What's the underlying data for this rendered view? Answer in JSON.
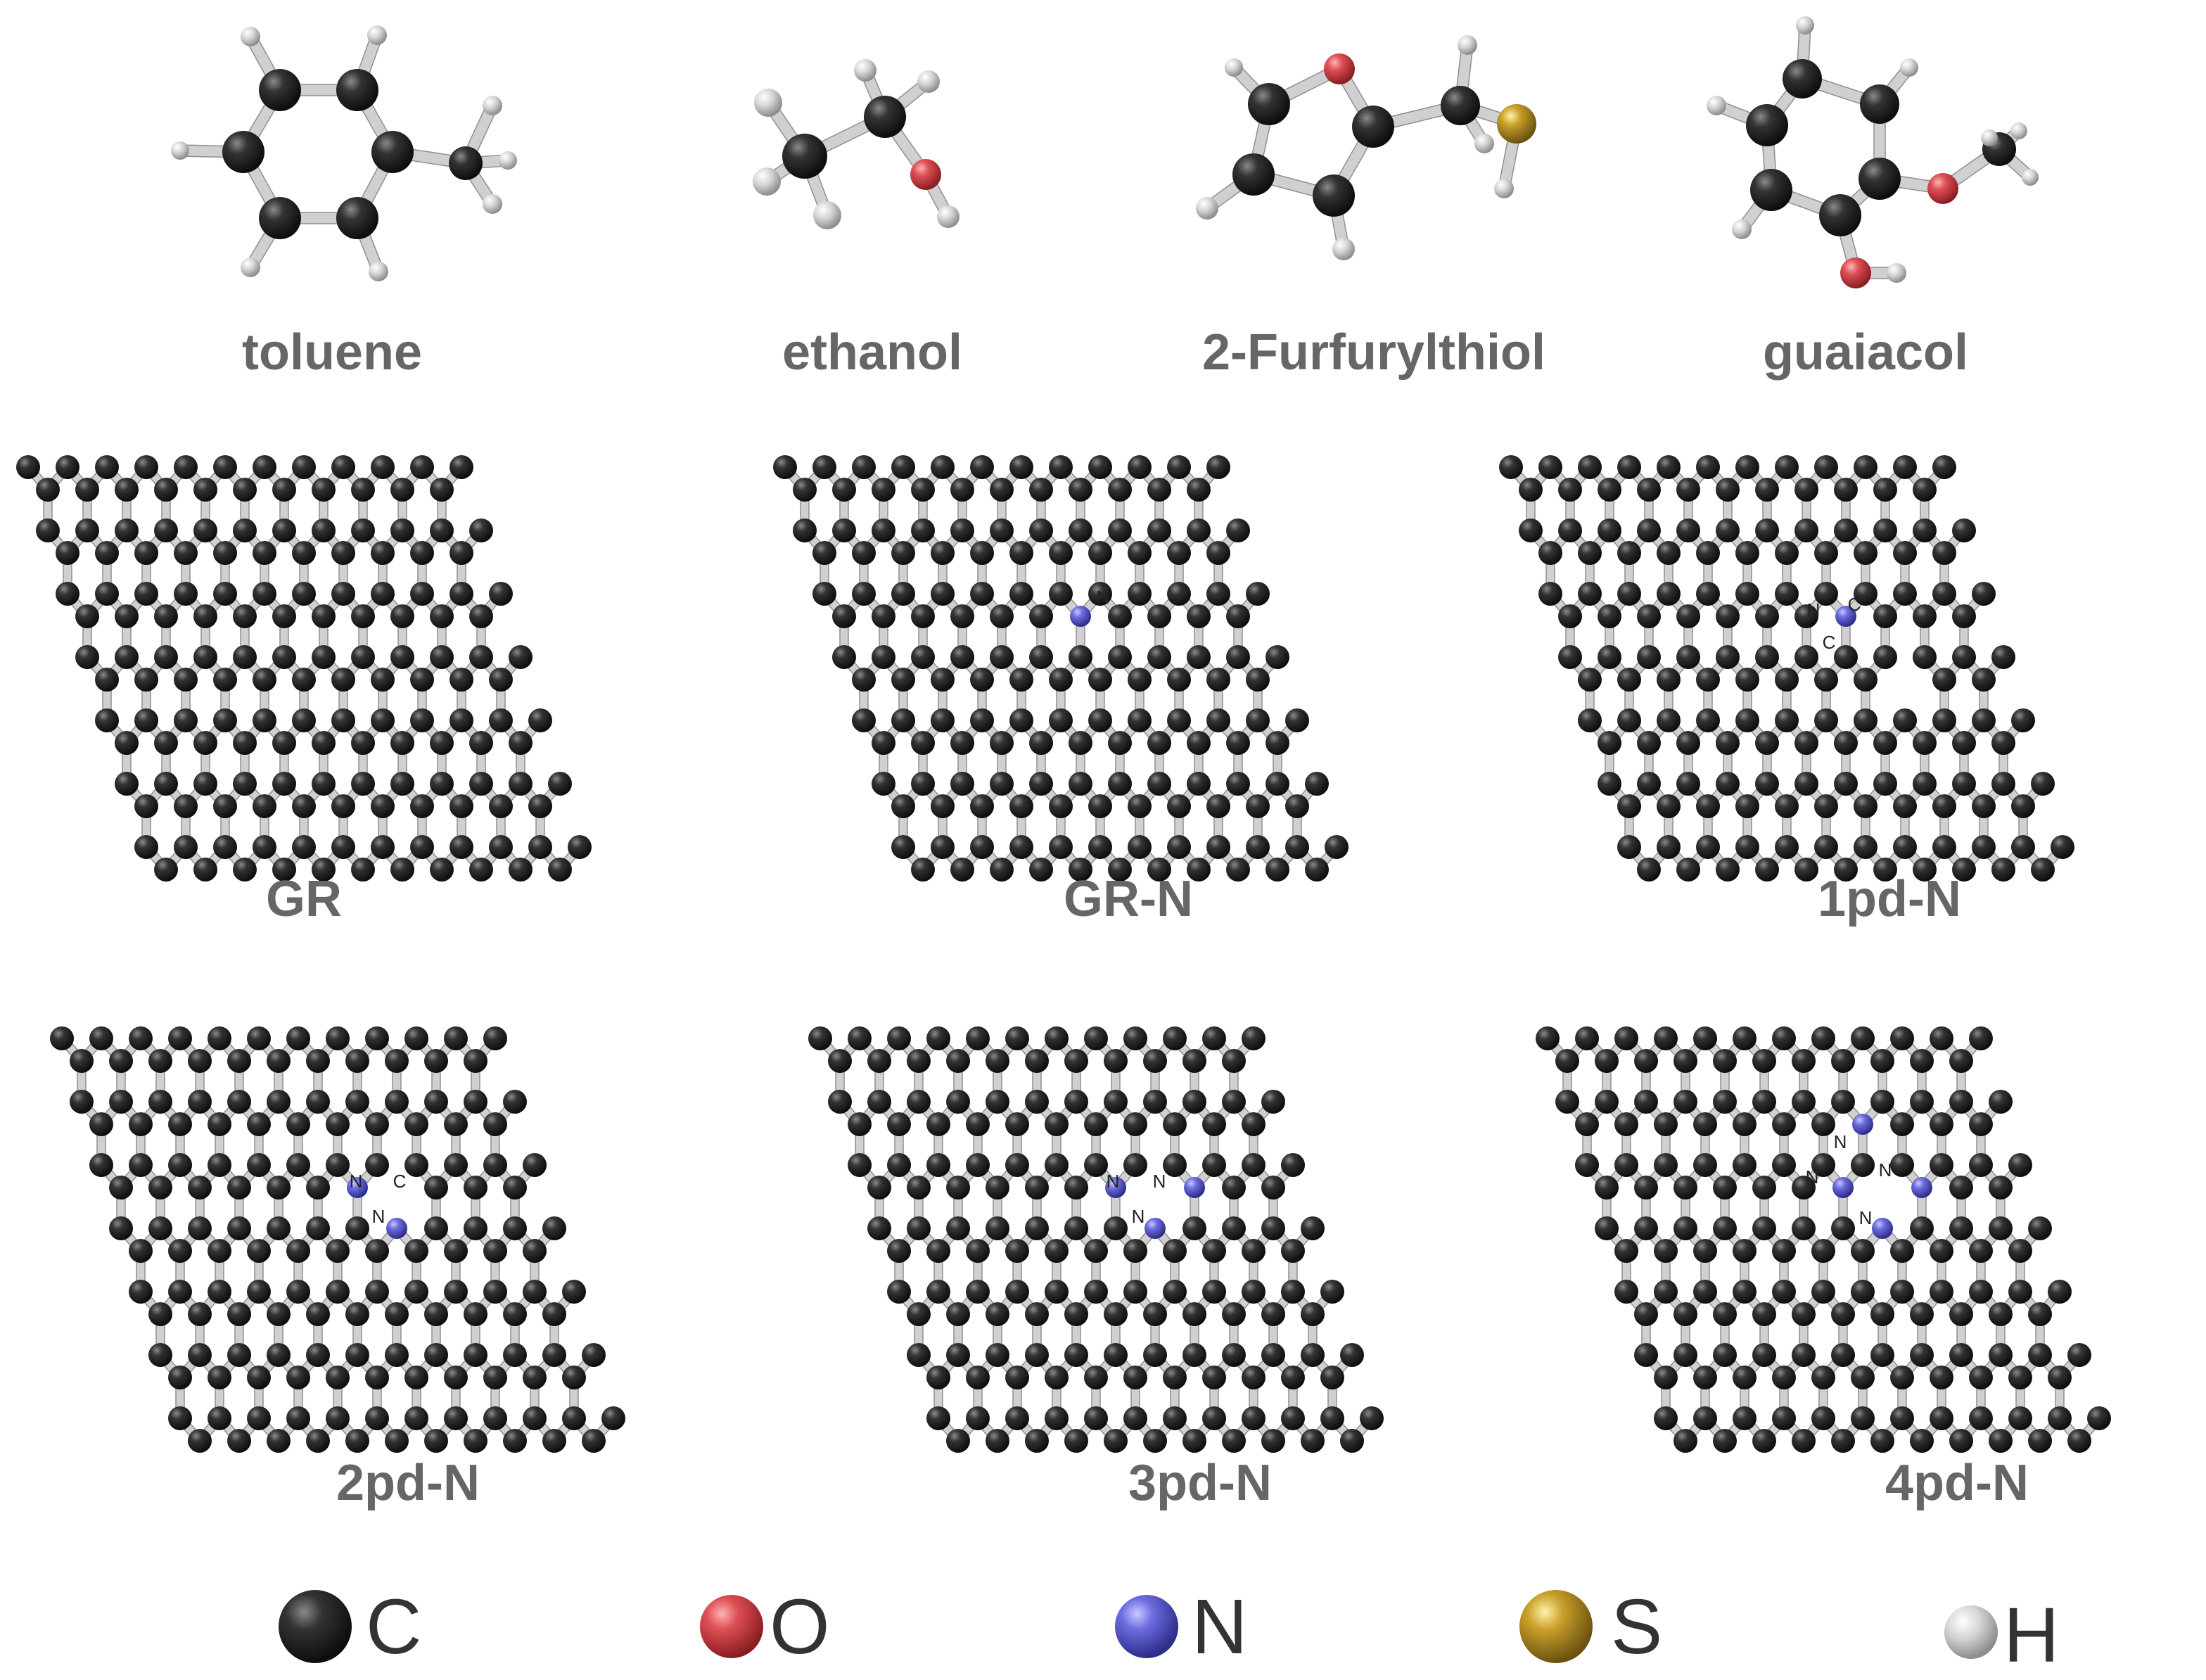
{
  "colors": {
    "C": "#2b2b2b",
    "O": "#d9494f",
    "N": "#6a6ad8",
    "S": "#c9a02a",
    "H": "#cfcfcf",
    "bond": "#c8c8c8",
    "label": "#666666"
  },
  "molecules": [
    {
      "key": "toluene",
      "label": "toluene"
    },
    {
      "key": "ethanol",
      "label": "ethanol"
    },
    {
      "key": "furfurylthiol",
      "label": "2-Furfurylthiol"
    },
    {
      "key": "guaiacol",
      "label": "guaiacol"
    }
  ],
  "sheets": [
    {
      "key": "gr",
      "label": "GR",
      "atom_labels": []
    },
    {
      "key": "grn",
      "label": "GR-N",
      "atom_labels": [
        "N"
      ]
    },
    {
      "key": "1pdn",
      "label": "1pd-N",
      "atom_labels": [
        "N",
        "C",
        "C"
      ]
    },
    {
      "key": "2pdn",
      "label": "2pd-N",
      "atom_labels": [
        "N",
        "C",
        "N"
      ]
    },
    {
      "key": "3pdn",
      "label": "3pd-N",
      "atom_labels": [
        "N",
        "N",
        "N"
      ]
    },
    {
      "key": "4pdn",
      "label": "4pd-N",
      "atom_labels": [
        "N",
        "N",
        "N",
        "N"
      ]
    }
  ],
  "legend": [
    {
      "element": "C",
      "label": "C"
    },
    {
      "element": "O",
      "label": "O"
    },
    {
      "element": "N",
      "label": "N"
    },
    {
      "element": "S",
      "label": "S"
    },
    {
      "element": "H",
      "label": "H"
    }
  ]
}
